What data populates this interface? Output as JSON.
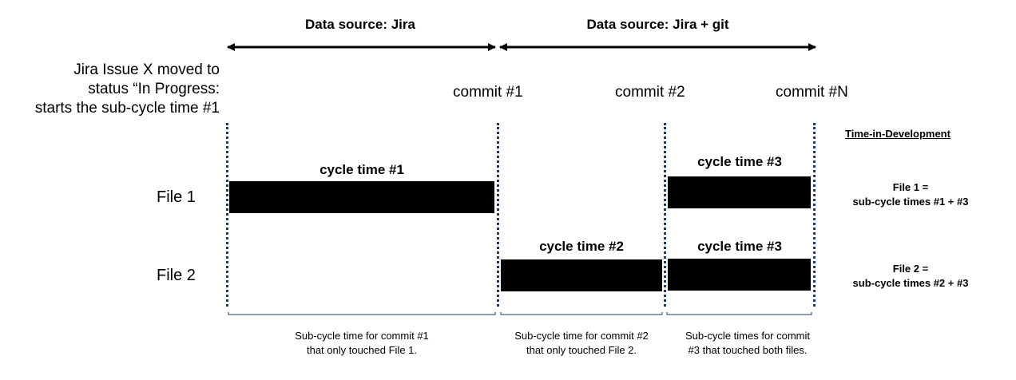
{
  "sources": {
    "jira": "Data source: Jira",
    "jira_git": "Data source: Jira + git"
  },
  "issue_text": [
    "Jira Issue X moved to",
    "status “In Progress:",
    "starts the sub-cycle time #1"
  ],
  "commits": [
    "commit #1",
    "commit #2",
    "commit #N"
  ],
  "files": [
    "File 1",
    "File 2"
  ],
  "bars": {
    "file1_a": "cycle time #1",
    "file1_b": "cycle time #3",
    "file2_a": "cycle time #2",
    "file2_b": "cycle time #3"
  },
  "summary": {
    "title": "Time-in-Development",
    "file1": [
      "File 1 =",
      "sub-cycle times #1 + #3"
    ],
    "file2": [
      "File 2 =",
      "sub-cycle times #2 + #3"
    ]
  },
  "notes": [
    [
      "Sub-cycle time for commit #1",
      "that only touched File 1."
    ],
    [
      "Sub-cycle time for commit #2",
      "that only touched File 2."
    ],
    [
      "Sub-cycle times for commit",
      "#3 that touched both files."
    ]
  ],
  "colors": {
    "bar": "#000000",
    "divider": "#1f3864",
    "bracket": "#1f3864"
  }
}
